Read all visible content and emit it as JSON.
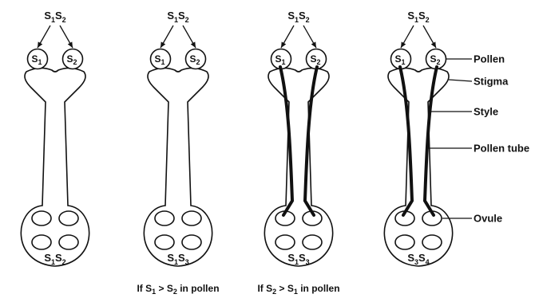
{
  "columns": [
    {
      "top_label": {
        "base1": "S",
        "sub1": "1",
        "base2": "S",
        "sub2": "2"
      },
      "pollen1": {
        "base": "S",
        "sub": "1"
      },
      "pollen2": {
        "base": "S",
        "sub": "2"
      },
      "ovary_label": {
        "base1": "S",
        "sub1": "1",
        "base2": "S",
        "sub2": "2"
      },
      "pollen_tubes": false,
      "caption": null
    },
    {
      "top_label": {
        "base1": "S",
        "sub1": "1",
        "base2": "S",
        "sub2": "2"
      },
      "pollen1": {
        "base": "S",
        "sub": "1"
      },
      "pollen2": {
        "base": "S",
        "sub": "2"
      },
      "ovary_label": {
        "base1": "S",
        "sub1": "1",
        "base2": "S",
        "sub2": "3"
      },
      "pollen_tubes": false,
      "caption": {
        "pre": "If S",
        "sub_a": "1",
        "mid": " > S",
        "sub_b": "2",
        "post": " in pollen"
      }
    },
    {
      "top_label": {
        "base1": "S",
        "sub1": "1",
        "base2": "S",
        "sub2": "2"
      },
      "pollen1": {
        "base": "S",
        "sub": "1"
      },
      "pollen2": {
        "base": "S",
        "sub": "2"
      },
      "ovary_label": {
        "base1": "S",
        "sub1": "1",
        "base2": "S",
        "sub2": "3"
      },
      "pollen_tubes": true,
      "caption": {
        "pre": "If S",
        "sub_a": "2",
        "mid": " > S",
        "sub_b": "1",
        "post": " in pollen"
      }
    },
    {
      "top_label": {
        "base1": "S",
        "sub1": "1",
        "base2": "S",
        "sub2": "2"
      },
      "pollen1": {
        "base": "S",
        "sub": "1"
      },
      "pollen2": {
        "base": "S",
        "sub": "2"
      },
      "ovary_label": {
        "base1": "S",
        "sub1": "3",
        "base2": "S",
        "sub2": "4"
      },
      "pollen_tubes": true,
      "caption": null
    }
  ],
  "callouts": {
    "pollen": "Pollen",
    "stigma": "Stigma",
    "style": "Style",
    "pollen_tube": "Pollen tube",
    "ovule": "Ovule"
  },
  "colors": {
    "line": "#111111",
    "background": "#ffffff"
  }
}
